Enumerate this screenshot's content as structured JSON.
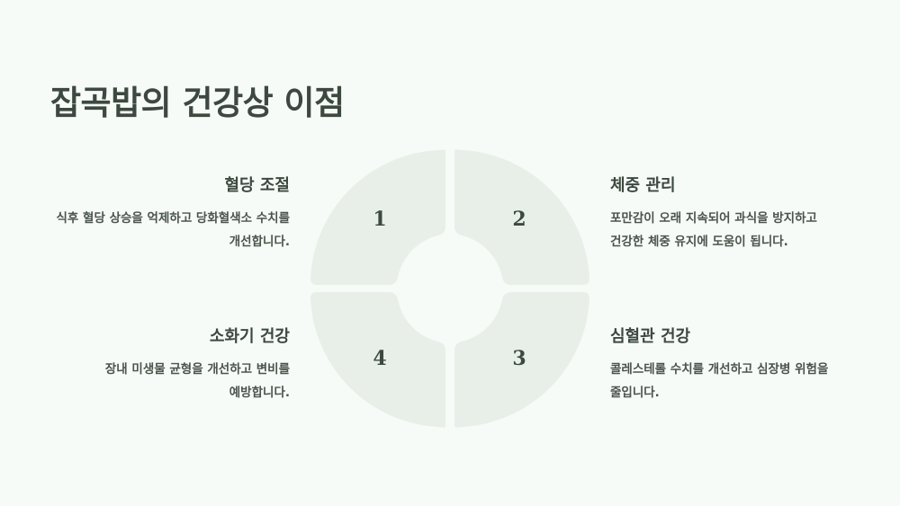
{
  "title": "잡곡밥의 건강상 이점",
  "benefits": {
    "b1": {
      "number": "1",
      "heading": "혈당 조절",
      "text": "식후 혈당 상승을 억제하고 당화혈색소 수치를 개선합니다."
    },
    "b2": {
      "number": "2",
      "heading": "체중 관리",
      "text": "포만감이 오래 지속되어 과식을 방지하고 건강한 체중 유지에 도움이 됩니다."
    },
    "b3": {
      "number": "3",
      "heading": "심혈관 건강",
      "text": "콜레스테롤 수치를 개선하고 심장병 위험을 줄입니다."
    },
    "b4": {
      "number": "4",
      "heading": "소화기 건강",
      "text": "장내 미생물 균형을 개선하고 변비를 예방합니다."
    }
  },
  "colors": {
    "background": "#f7fbf7",
    "quadrant": "#e8efe8",
    "text": "#3d4940"
  }
}
